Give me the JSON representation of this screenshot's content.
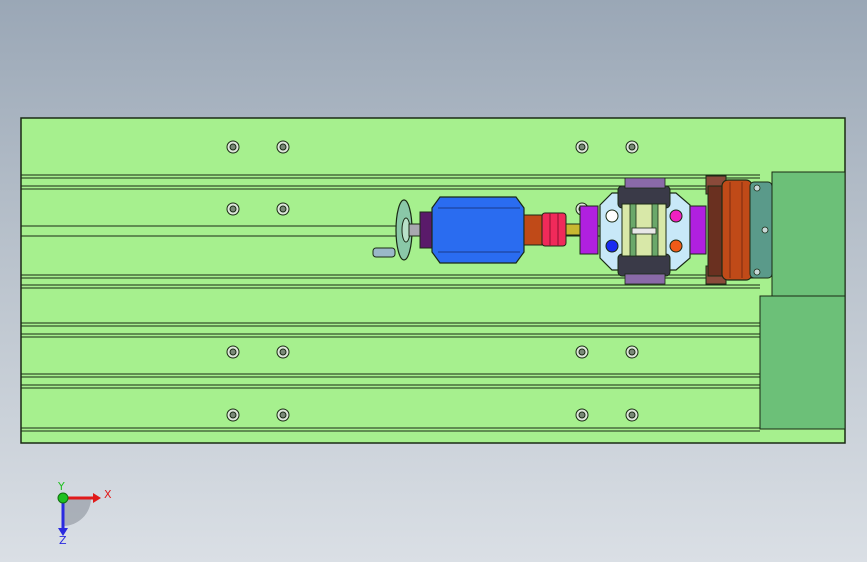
{
  "axes": {
    "x_label": "X",
    "y_label": "Y",
    "z_label": "Z",
    "x_color": "#e01a1a",
    "y_color": "#20c020",
    "z_color": "#2a2ae0"
  },
  "colors": {
    "background_top": "#9aa7b6",
    "background_bottom": "#dadfe5",
    "bed": "#a6f08e",
    "bed_edge": "#1a2a14",
    "end_block": "#6cc078",
    "motor_housing": "#2a6cf0",
    "coupling": "#f02a5a",
    "flange": "#c04a18",
    "fixture_purple": "#b020e0",
    "fixture_frame": "#c8e8f8",
    "handwheel": "#8ac8a8"
  }
}
